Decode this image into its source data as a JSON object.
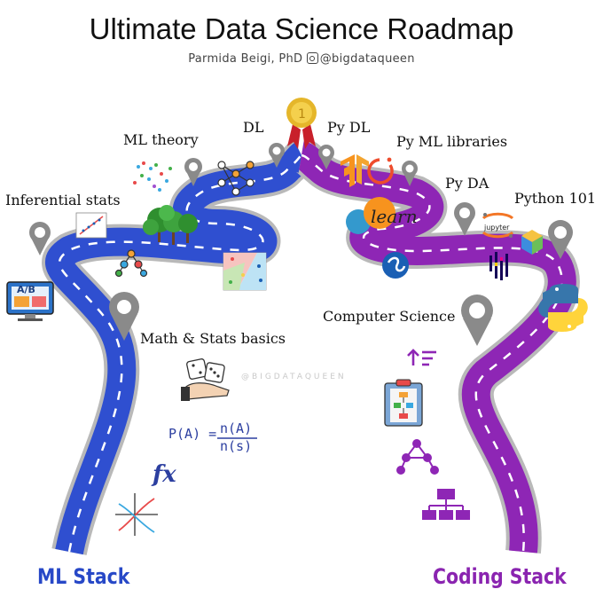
{
  "header": {
    "title": "Ultimate Data Science Roadmap",
    "byline": "Parmida Beigi, PhD",
    "handle": "@bigdataqueen"
  },
  "milestones": {
    "ml": [
      {
        "label": "Inferential stats"
      },
      {
        "label": "ML theory"
      },
      {
        "label": "DL"
      },
      {
        "label": "Math & Stats basics"
      }
    ],
    "coding": [
      {
        "label": "Py DL"
      },
      {
        "label": "Py ML libraries"
      },
      {
        "label": "Py DA"
      },
      {
        "label": "Python 101"
      },
      {
        "label": "Computer Science"
      }
    ]
  },
  "stacks": {
    "left": "ML Stack",
    "right": "Coding Stack"
  },
  "decorations": {
    "watermark": "@BIGDATAQUEEN",
    "formula": "P(A) = n(A) / n(s)",
    "formula_lhs": "P(A) =",
    "formula_num": "n(A)",
    "formula_den": "n(s)",
    "fx": "fx",
    "sklearn": "learn",
    "jupyter": "jupyter",
    "ab": "A/B"
  },
  "colors": {
    "ml_road": "#2f4fd0",
    "coding_road": "#8e26b5",
    "road_edge": "#b9b9b9",
    "ml_stack_text": "#2748c7",
    "coding_stack_text": "#8a24b0",
    "pin": "#8a8a8a"
  },
  "icons": [
    "medal-icon",
    "tensorflow-icon",
    "pytorch-icon",
    "sklearn-icon",
    "jupyter-icon",
    "python-icon",
    "ab-test-icon",
    "scatter-icon",
    "tree-icon",
    "dice-icon",
    "formula-icon",
    "fx-icon",
    "axes-icon",
    "sort-icon",
    "flowchart-icon",
    "graph-icon",
    "hierarchy-icon"
  ]
}
